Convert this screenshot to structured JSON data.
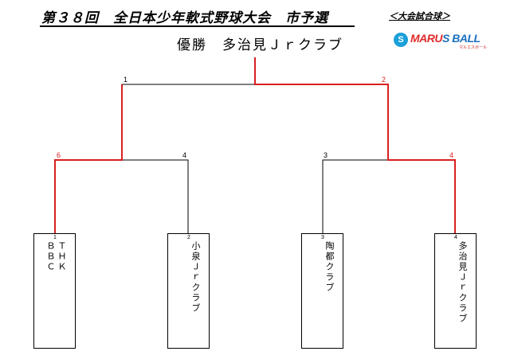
{
  "header": {
    "title": "第３８回　全日本少年軟式野球大会　市予選",
    "ball_note": "＜大会試合球＞",
    "winner": "優勝　多治見Ｊｒクラブ"
  },
  "logo": {
    "mark": "S",
    "text_red": "MARU",
    "text_blue": "S BALL",
    "subtext": "マルエスボール"
  },
  "colors": {
    "win_line": "#d92020",
    "line": "#000000"
  },
  "bracket": {
    "final_scores": [
      "1",
      "2"
    ],
    "semi_scores": [
      {
        "left": "6",
        "right": "4",
        "left_wins": true
      },
      {
        "left": "3",
        "right": "4",
        "left_wins": false
      }
    ],
    "champion_side": "right",
    "teams": [
      {
        "seed": "1",
        "name": "ＴＨＫ\nＢＢＣ"
      },
      {
        "seed": "2",
        "name": "小泉Ｊｒクラブ"
      },
      {
        "seed": "3",
        "name": "陶都クラブ"
      },
      {
        "seed": "4",
        "name": "多治見Ｊｒクラブ"
      }
    ]
  }
}
